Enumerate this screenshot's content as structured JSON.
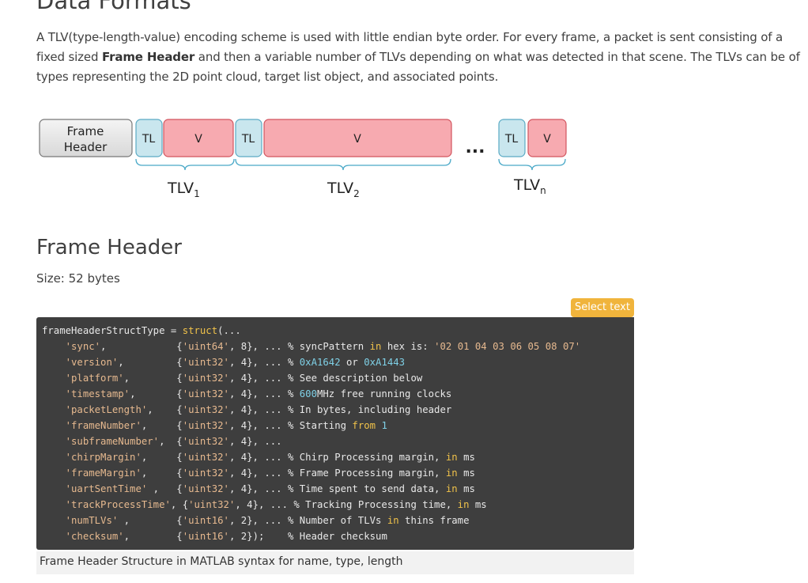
{
  "headings": {
    "section_title": "Data Formats",
    "frame_header_title": "Frame Header",
    "size_text": "Size: 52 bytes"
  },
  "intro": {
    "part1": "A TLV(type-length-value) encoding scheme is used with little endian byte order. For every frame, a packet is sent consisting of a fixed sized ",
    "bold": "Frame Header",
    "part2": " and then a variable number of TLVs depending on what was detected in that scene. The TLVs can be of types representing the 2D point cloud, target list object, and associated points."
  },
  "diagram": {
    "frame_header_line1": "Frame",
    "frame_header_line2": "Header",
    "tl": "TL",
    "v": "V",
    "ellipsis": "...",
    "tlv_base": "TLV",
    "sub1": "1",
    "sub2": "2",
    "subn": "n",
    "colors": {
      "header": "#e0e0e0",
      "tl": "#c9e6ee",
      "v": "#f7aab0",
      "brace": "#4aa9c8"
    }
  },
  "code": {
    "select_label": "Select text",
    "caption": "Frame Header Structure in MATLAB syntax for name, type, length",
    "header_line": "frameHeaderStructType = struct(...",
    "rows": [
      {
        "name": "sync",
        "type": "uint64",
        "size": "8",
        "comment": "syncPattern in hex is: '02 01 04 03 06 05 08 07'"
      },
      {
        "name": "version",
        "type": "uint32",
        "size": "4",
        "comment": "0xA1642 or 0xA1443"
      },
      {
        "name": "platform",
        "type": "uint32",
        "size": "4",
        "comment": "See description below"
      },
      {
        "name": "timestamp",
        "type": "uint32",
        "size": "4",
        "comment": "600MHz free running clocks"
      },
      {
        "name": "packetLength",
        "type": "uint32",
        "size": "4",
        "comment": "In bytes, including header"
      },
      {
        "name": "frameNumber",
        "type": "uint32",
        "size": "4",
        "comment": "Starting from 1"
      },
      {
        "name": "subframeNumber",
        "type": "uint32",
        "size": "4",
        "comment": ""
      },
      {
        "name": "chirpMargin",
        "type": "uint32",
        "size": "4",
        "comment": "Chirp Processing margin, in ms"
      },
      {
        "name": "frameMargin",
        "type": "uint32",
        "size": "4",
        "comment": "Frame Processing margin, in ms"
      },
      {
        "name": "uartSentTime",
        "type": "uint32",
        "size": "4",
        "comment": "Time spent to send data, in ms"
      },
      {
        "name": "trackProcessTime",
        "type": "uint32",
        "size": "4",
        "comment": "Tracking Processing time, in ms"
      },
      {
        "name": "numTLVs",
        "type": "uint16",
        "size": "2",
        "comment": "Number of TLVs in thins frame"
      },
      {
        "name": "checksum",
        "type": "uint16",
        "size": "2",
        "comment": "Header checksum"
      }
    ]
  }
}
